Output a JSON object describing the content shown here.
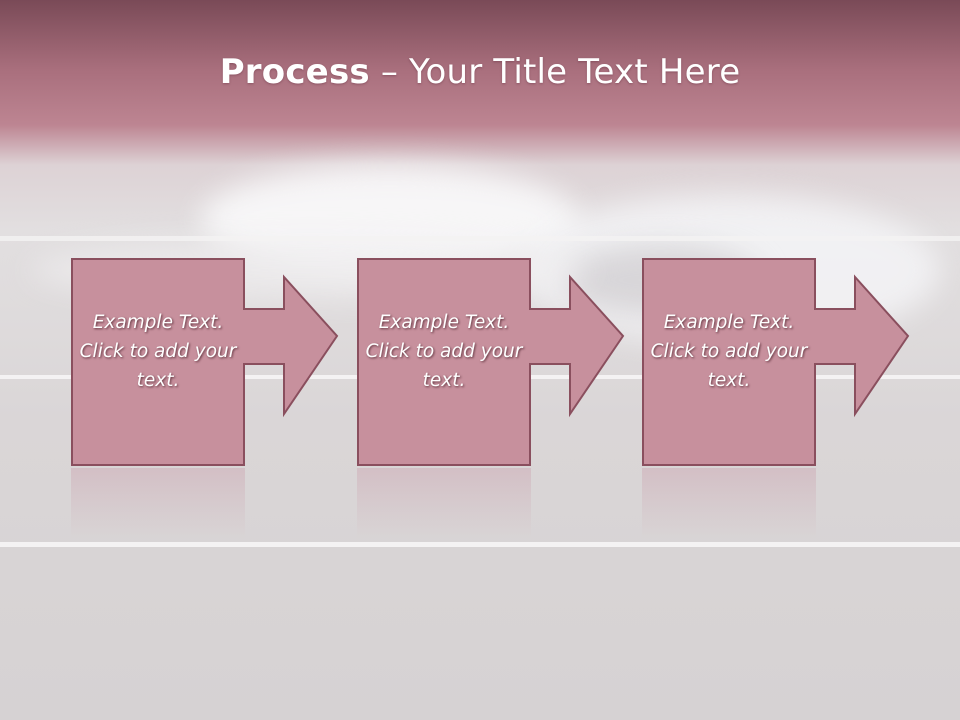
{
  "slide": {
    "title_bold": "Process",
    "title_rest": " – Your Title Text Here"
  },
  "steps": [
    {
      "text": "Example Text. Click  to add your text."
    },
    {
      "text": "Example Text. Click  to add your text."
    },
    {
      "text": "Example Text. Click  to add your text."
    }
  ],
  "colors": {
    "header_top": "#7a4a57",
    "header_mid": "#b97f8c",
    "box_fill": "#c7909d",
    "box_stroke": "#8a4f5e",
    "background": "#dedbdc"
  }
}
